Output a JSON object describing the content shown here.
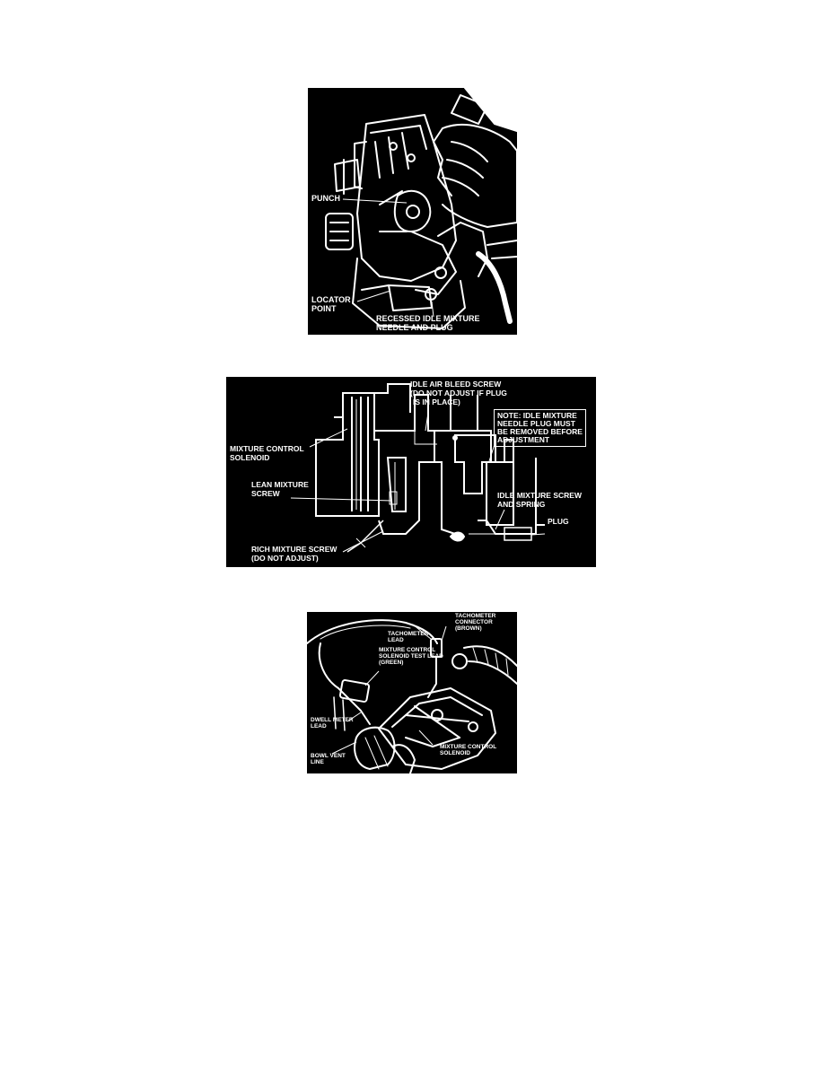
{
  "figures": [
    {
      "id": "fig1",
      "labels": {
        "punch": "PUNCH",
        "locator_1": "LOCATOR",
        "locator_2": "POINT",
        "recessed_1": "RECESSED IDLE MIXTURE",
        "recessed_2": "NEEDLE AND PLUG"
      }
    },
    {
      "id": "fig2",
      "labels": {
        "idle_air_1": "IDLE AIR BLEED SCREW",
        "idle_air_2": "(DO NOT ADJUST IF PLUG",
        "idle_air_3": "IS IN PLACE)",
        "note_1": "NOTE:  IDLE MIXTURE",
        "note_2": "NEEDLE PLUG MUST",
        "note_3": "BE REMOVED BEFORE",
        "note_4": "ADJUSTMENT",
        "mcs_1": "MIXTURE CONTROL",
        "mcs_2": "SOLENOID",
        "lean_1": "LEAN MIXTURE",
        "lean_2": "SCREW",
        "idle_screw_1": "IDLE MIXTURE SCREW",
        "idle_screw_2": "AND SPRING",
        "plug": "PLUG",
        "rich_1": "RICH MIXTURE SCREW",
        "rich_2": "(DO NOT ADJUST)"
      }
    },
    {
      "id": "fig3",
      "labels": {
        "tach_conn_1": "TACHOMETER",
        "tach_conn_2": "CONNECTOR",
        "tach_conn_3": "(BROWN)",
        "tach_lead_1": "TACHOMETER",
        "tach_lead_2": "LEAD",
        "mcs_test_1": "MIXTURE CONTROL",
        "mcs_test_2": "SOLENOID TEST LEAD",
        "mcs_test_3": "(GREEN)",
        "dwell_1": "DWELL METER",
        "dwell_2": "LEAD",
        "mcs_1": "MIXTURE CONTROL",
        "mcs_2": "SOLENOID",
        "bowl_1": "BOWL VENT",
        "bowl_2": "LINE"
      }
    }
  ]
}
